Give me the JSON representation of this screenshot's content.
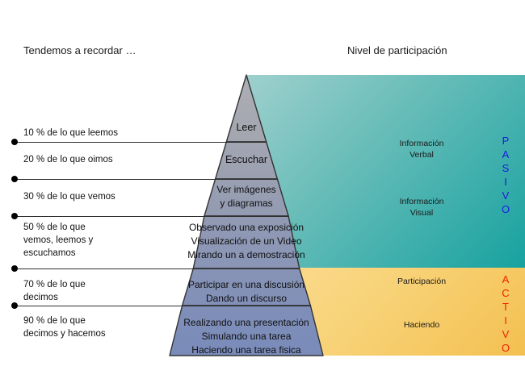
{
  "headers": {
    "left": "Tendemos a recordar …",
    "right": "Nivel de participación"
  },
  "colors": {
    "passive_panel_light": "#9fd0cd",
    "passive_panel_dark": "#17a2a0",
    "active_panel_light": "#fbdc92",
    "active_panel_dark": "#f3c050",
    "passive_label": "#1b1bdd",
    "active_label": "#ee2200",
    "pyramid_top": "#a7a8b0",
    "pyramid_bottom": "#7e90b8",
    "stroke": "#333333"
  },
  "retention": [
    {
      "label": "10 % de lo que leemos"
    },
    {
      "label": "20 % de lo que oimos"
    },
    {
      "label": "30 % de lo que vemos"
    },
    {
      "label": "50 % de lo que\nvemos, leemos y\nescuchamos"
    },
    {
      "label": "70 % de lo que\ndecimos"
    },
    {
      "label": "90 % de lo que\ndecimos y hacemos"
    }
  ],
  "pyramid_levels": [
    {
      "text": "Leer"
    },
    {
      "text": "Escuchar"
    },
    {
      "text": "Ver imágenes\ny diagramas"
    },
    {
      "text": "Observado una exposición\nVisualización de un Video\nMirando un a demostración"
    },
    {
      "text": "Participar en una discusión\nDando un discurso"
    },
    {
      "text": "Realizando una presentación\nSimulando una tarea\nHaciendo una tarea fisica"
    }
  ],
  "participation": [
    {
      "text": "Información\nVerbal"
    },
    {
      "text": "Información\nVisual"
    },
    {
      "text": "Participación"
    },
    {
      "text": "Haciendo"
    }
  ],
  "axis": {
    "passive": "PASIVO",
    "active": "ACTIVO"
  },
  "chart_data": {
    "type": "pyramid",
    "title": "Cono del aprendizaje",
    "categories": [
      "Leer",
      "Escuchar",
      "Ver imágenes y diagramas",
      "Observado una exposición / Visualización de un Video / Mirando un a demostración",
      "Participar en una discusión / Dando un discurso",
      "Realizando una presentación / Simulando una tarea / Haciendo una tarea fisica"
    ],
    "values": [
      10,
      20,
      30,
      50,
      70,
      90
    ],
    "value_labels": [
      "10 % de lo que leemos",
      "20 % de lo que oimos",
      "30 % de lo que vemos",
      "50 % de lo que vemos, leemos y escuchamos",
      "70 % de lo que decimos",
      "90 % de lo que decimos y hacemos"
    ],
    "xlabel": "Tendemos a recordar …",
    "ylabel": "Nivel de participación",
    "groups": [
      {
        "name": "PASIVO",
        "levels": [
          0,
          1,
          2,
          3
        ],
        "sublabels": [
          "Información Verbal",
          "Información Visual"
        ]
      },
      {
        "name": "ACTIVO",
        "levels": [
          4,
          5
        ],
        "sublabels": [
          "Participación",
          "Haciendo"
        ]
      }
    ]
  }
}
